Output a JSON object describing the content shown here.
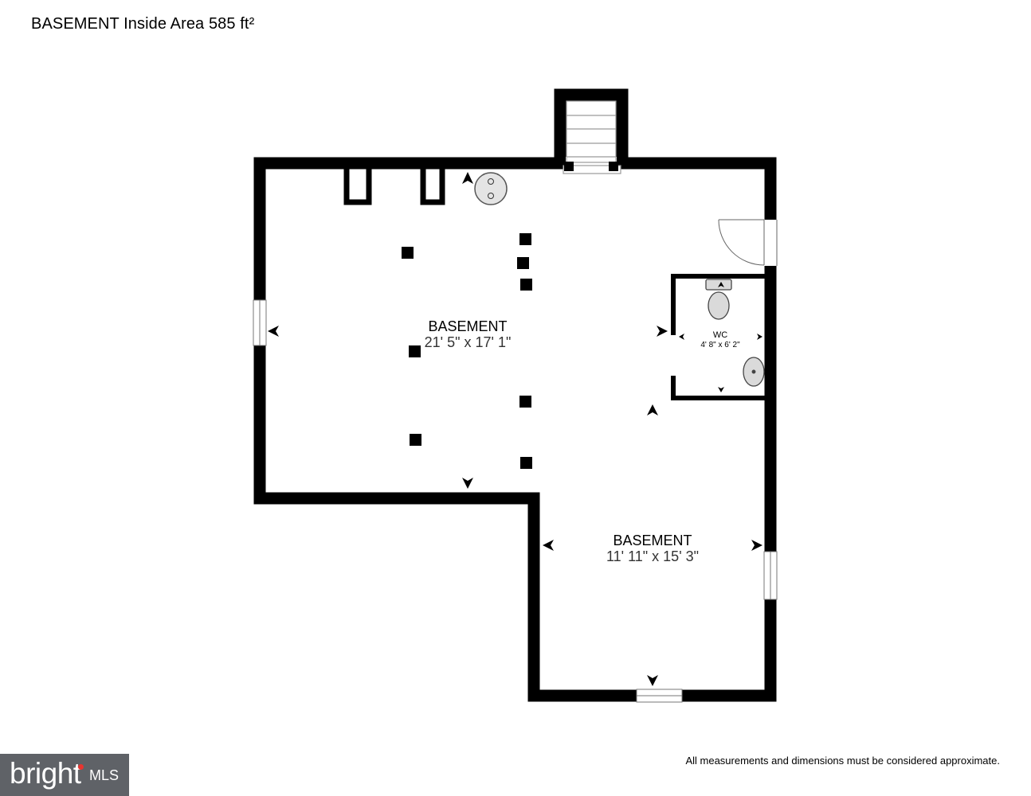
{
  "header": {
    "title": "BASEMENT Inside Area 585 ft²"
  },
  "rooms": [
    {
      "name": "BASEMENT",
      "dimensions": "21' 5\" x 17' 1\""
    },
    {
      "name": "BASEMENT",
      "dimensions": "11' 11\" x 15' 3\""
    },
    {
      "name": "WC",
      "dimensions": "4' 8\" x 6' 2\""
    }
  ],
  "footer": {
    "disclaimer": "All measurements and dimensions must be considered approximate.",
    "logo_text": "bright",
    "logo_mls": "MLS"
  },
  "colors": {
    "wall": "#000000",
    "logo_bg": "#5f6267",
    "logo_accent": "#e8342f"
  }
}
